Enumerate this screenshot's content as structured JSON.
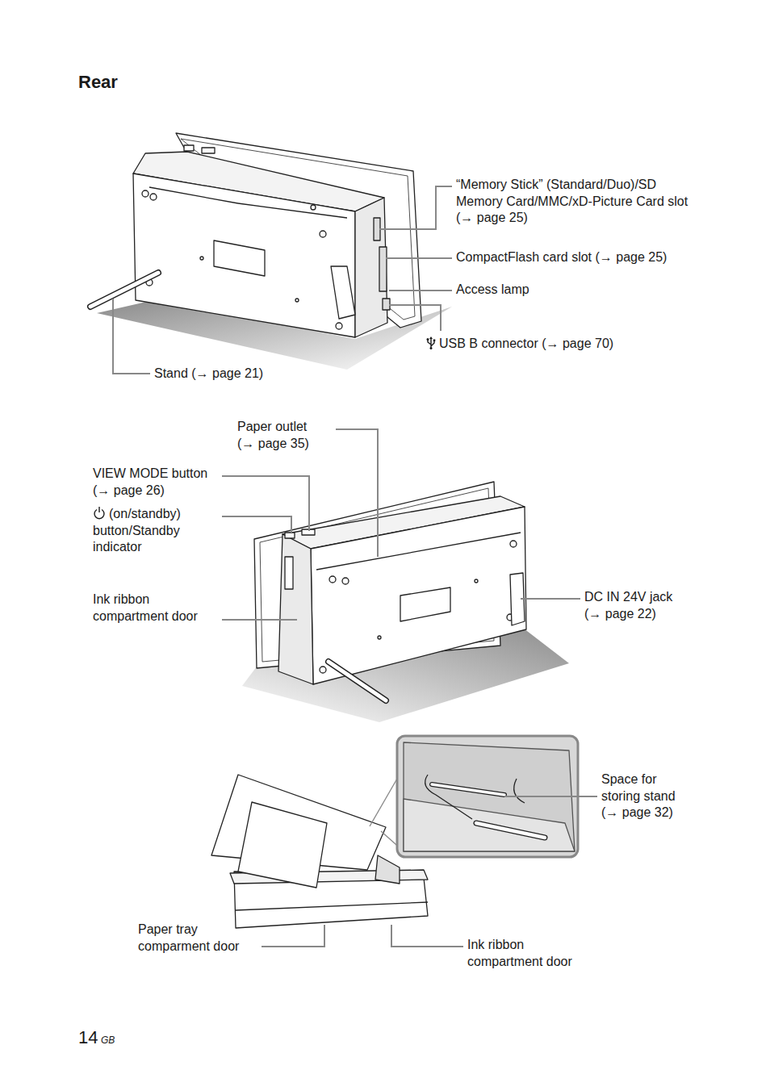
{
  "diagram": {
    "title": "Rear",
    "labels": [
      "“Memory Stick” (Standard/Duo)/SD Memory Card/MMC/xD-Picture Card slot (→ page 25)",
      "CompactFlash card slot (→ page 25)",
      "Access lamp",
      "USB B connector (→ page 70)",
      "Stand (→ page 21)",
      "Paper outlet (→ page 35)",
      "VIEW MODE button (→ page 26)",
      "(on/standby) button/Standby indicator",
      "Ink ribbon compartment door",
      "DC IN 24V jack (→ page 22)",
      "Space for storing stand (→ page 32)",
      "Paper tray comparment door",
      "Ink ribbon compartment door",
      "14",
      "GB"
    ]
  }
}
